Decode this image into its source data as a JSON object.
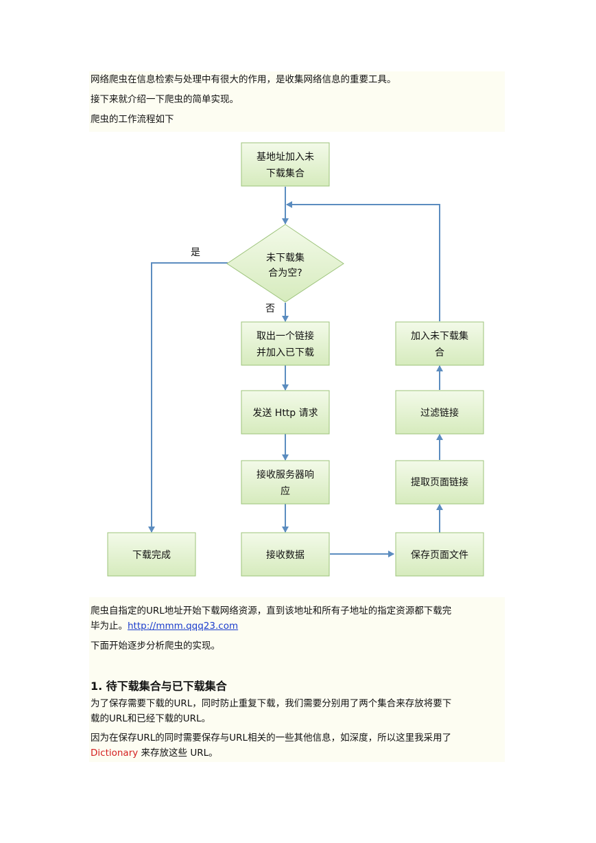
{
  "intro": {
    "line1": "网络爬虫在信息检索与处理中有很大的作用，是收集网络信息的重要工具。",
    "line2": "接下来就介绍一下爬虫的简单实现。",
    "line3": "爬虫的工作流程如下"
  },
  "flow": {
    "start": [
      "基地址加入未",
      "下载集合"
    ],
    "decision": [
      "未下载集",
      "合为空?"
    ],
    "yes": "是",
    "no": "否",
    "take": [
      "取出一个链接",
      "并加入已下载"
    ],
    "send": "发送 Http 请求",
    "recv_resp": [
      "接收服务器响",
      "应"
    ],
    "recv_data": "接收数据",
    "done": "下载完成",
    "save": "保存页面文件",
    "extract": "提取页面链接",
    "filter": "过滤链接",
    "add": [
      "加入未下载集",
      "合"
    ]
  },
  "after": {
    "p1_a": "爬虫自指定的",
    "p1_url": "URL",
    "p1_b": "地址开始下载网络资源，直到该地址和所有子地址的指定资源都下载完",
    "p1_c": "毕为止。",
    "link": "http://mmm.qqq23.com",
    "p2": "下面开始逐步分析爬虫的实现。"
  },
  "section": {
    "title": "1. 待下载集合与已下载集合",
    "p1_a": "为了保存需要下载的",
    "url": "URL",
    "p1_b": "，同时防止重复下载，我们需要分别用了两个集合来存放将要下",
    "p1_c": "载的",
    "p1_d": "和已经下载的",
    "p1_e": "。",
    "p2_a": "因为在保存",
    "p2_b": "的同时需要保存与",
    "p2_c": "相关的一些其他信息，如深度，所以这里我采用了",
    "p2_red": "Dictionary",
    "p2_d": " 来存放这些 ",
    "p2_e": "。"
  }
}
